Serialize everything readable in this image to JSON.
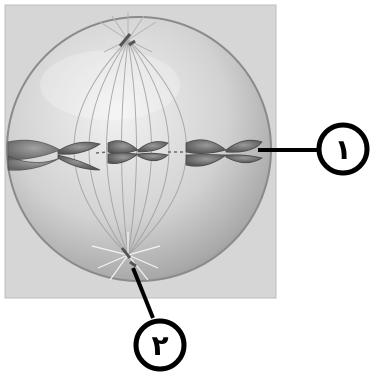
{
  "figure": {
    "callouts": [
      {
        "id": "chromosome",
        "label": "١"
      },
      {
        "id": "centriole",
        "label": "٢"
      }
    ],
    "colors": {
      "panel_background": "#d6d6d6",
      "cell_light": "#eeeeee",
      "cell_mid": "#c4c4c4",
      "cell_dark": "#8d8d8d",
      "chromosome": "#6e6e6e",
      "callout_ink": "#000000"
    }
  }
}
